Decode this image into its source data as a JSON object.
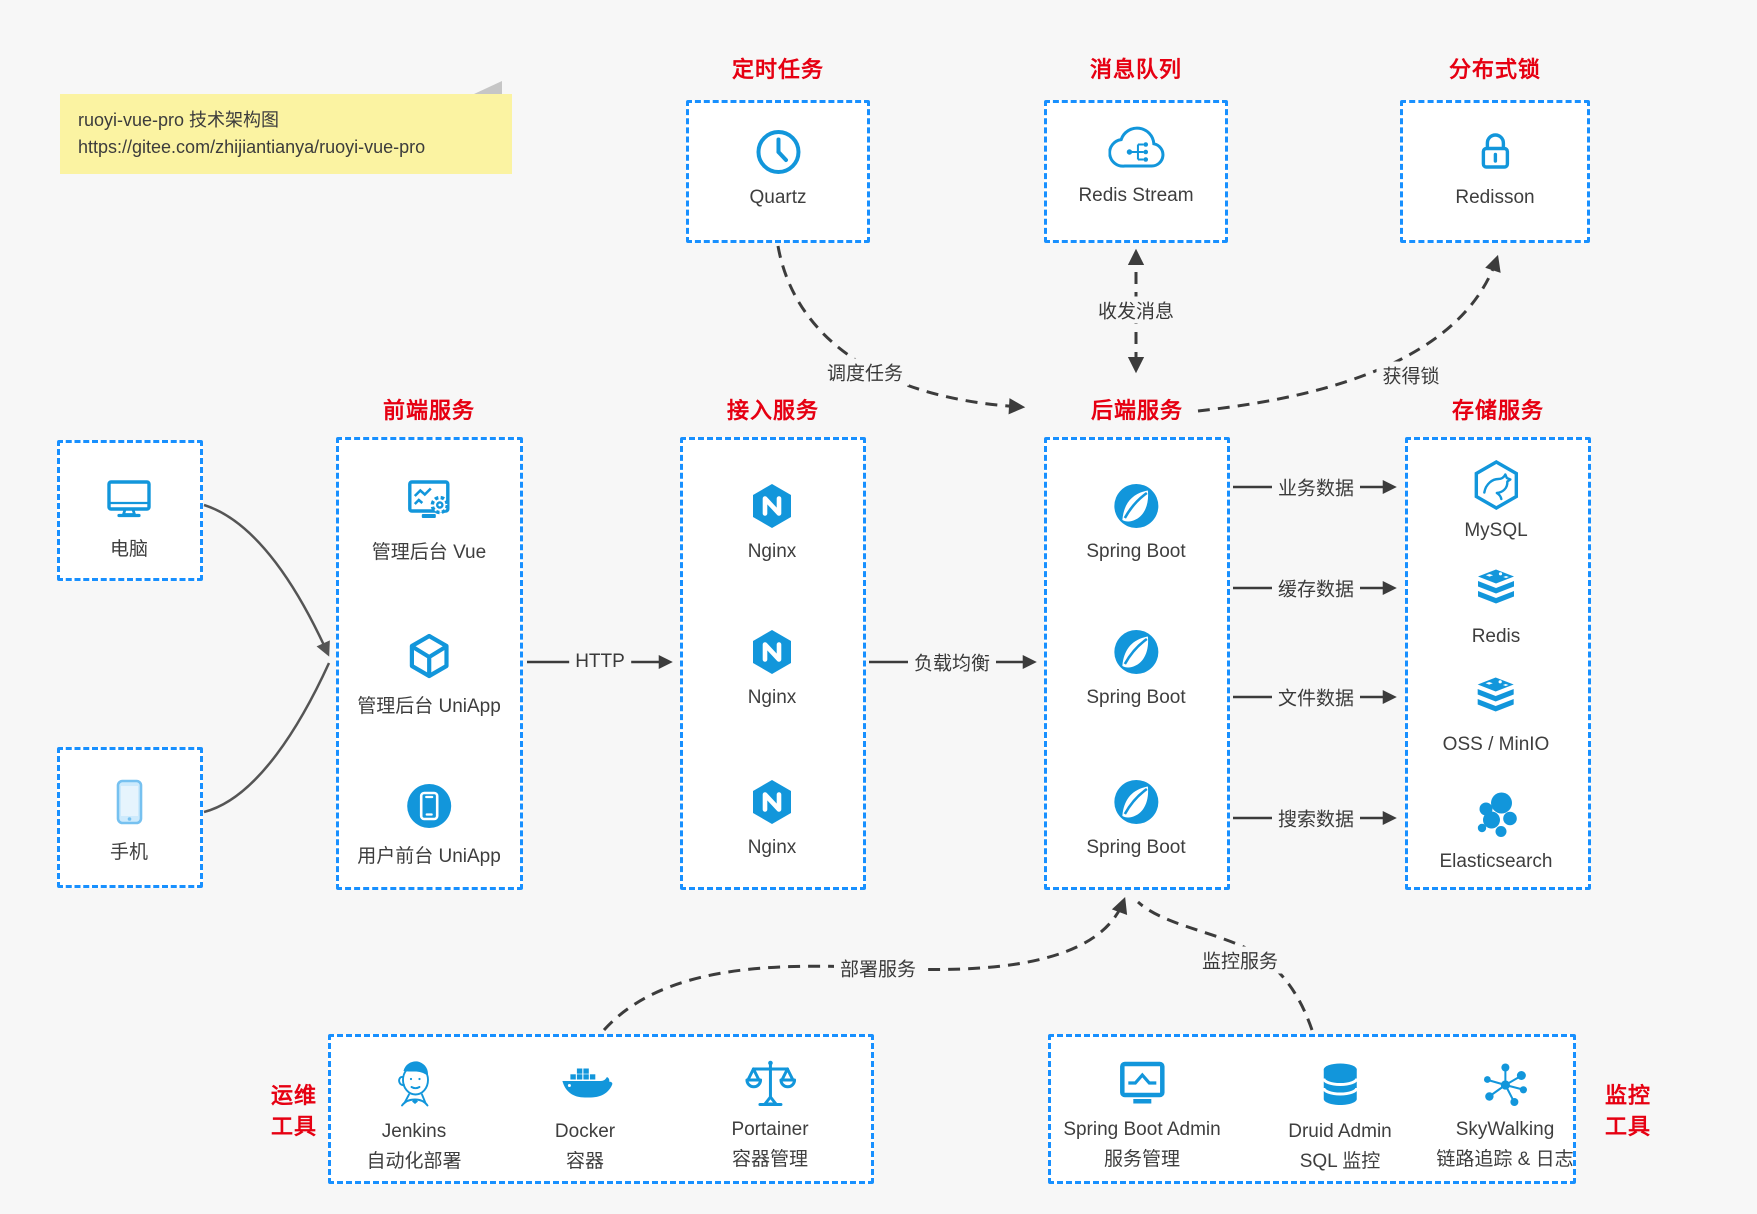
{
  "colors": {
    "canvas_bg": "#f7f7f7",
    "box_bg": "#ffffff",
    "border_blue": "#1890ff",
    "icon_blue": "#1296db",
    "title_red": "#e60012",
    "note_bg": "#fbf3a2",
    "text_dark": "#3e3e3e",
    "arrow_dark": "#3c3c3c"
  },
  "note": {
    "line1": "ruoyi-vue-pro 技术架构图",
    "line2": "https://gitee.com/zhijiantianya/ruoyi-vue-pro"
  },
  "groups": {
    "scheduled": {
      "title": "定时任务",
      "item": {
        "label": "Quartz",
        "icon": "clock-icon"
      }
    },
    "mq": {
      "title": "消息队列",
      "item": {
        "label": "Redis Stream",
        "icon": "cloud-stream-icon"
      }
    },
    "lock": {
      "title": "分布式锁",
      "item": {
        "label": "Redisson",
        "icon": "lock-icon"
      }
    },
    "clients": {
      "computer": {
        "label": "电脑",
        "icon": "desktop-icon"
      },
      "phone": {
        "label": "手机",
        "icon": "smartphone-icon"
      }
    },
    "frontend": {
      "title": "前端服务",
      "items": [
        {
          "label": "管理后台 Vue",
          "icon": "admin-vue-icon"
        },
        {
          "label": "管理后台 UniApp",
          "icon": "uniapp-cube-icon"
        },
        {
          "label": "用户前台 UniApp",
          "icon": "user-app-icon"
        }
      ]
    },
    "access": {
      "title": "接入服务",
      "items": [
        {
          "label": "Nginx",
          "icon": "nginx-icon"
        },
        {
          "label": "Nginx",
          "icon": "nginx-icon"
        },
        {
          "label": "Nginx",
          "icon": "nginx-icon"
        }
      ]
    },
    "backend": {
      "title": "后端服务",
      "items": [
        {
          "label": "Spring Boot",
          "icon": "spring-boot-icon"
        },
        {
          "label": "Spring Boot",
          "icon": "spring-boot-icon"
        },
        {
          "label": "Spring Boot",
          "icon": "spring-boot-icon"
        }
      ]
    },
    "storage": {
      "title": "存储服务",
      "items": [
        {
          "label": "MySQL",
          "icon": "mysql-icon"
        },
        {
          "label": "Redis",
          "icon": "redis-stack-icon"
        },
        {
          "label": "OSS / MinIO",
          "icon": "oss-minio-stack-icon"
        },
        {
          "label": "Elasticsearch",
          "icon": "elasticsearch-icon"
        }
      ]
    },
    "ops": {
      "title": "运维工具",
      "title_lines": [
        "运维",
        "工具"
      ],
      "items": [
        {
          "label": "Jenkins",
          "sublabel": "自动化部署",
          "icon": "jenkins-icon"
        },
        {
          "label": "Docker",
          "sublabel": "容器",
          "icon": "docker-icon"
        },
        {
          "label": "Portainer",
          "sublabel": "容器管理",
          "icon": "portainer-icon"
        }
      ]
    },
    "monitoring": {
      "title": "监控工具",
      "title_lines": [
        "监控",
        "工具"
      ],
      "items": [
        {
          "label": "Spring Boot Admin",
          "sublabel": "服务管理",
          "icon": "spring-boot-admin-icon"
        },
        {
          "label": "Druid Admin",
          "sublabel": "SQL 监控",
          "icon": "druid-icon"
        },
        {
          "label": "SkyWalking",
          "sublabel": "链路追踪 & 日志",
          "icon": "skywalking-icon"
        }
      ]
    }
  },
  "edges": {
    "clients_frontend": {
      "from": "clients",
      "to": "frontend"
    },
    "http": {
      "label": "HTTP",
      "from": "frontend",
      "to": "access"
    },
    "load_balancing": {
      "label": "负载均衡",
      "from": "access",
      "to": "backend"
    },
    "business_data": {
      "label": "业务数据",
      "from": "backend",
      "to": "MySQL"
    },
    "cache_data": {
      "label": "缓存数据",
      "from": "backend",
      "to": "Redis"
    },
    "file_data": {
      "label": "文件数据",
      "from": "backend",
      "to": "OSS / MinIO"
    },
    "search_data": {
      "label": "搜索数据",
      "from": "backend",
      "to": "Elasticsearch"
    },
    "schedule_tasks": {
      "label": "调度任务",
      "from": "scheduled",
      "to": "backend"
    },
    "messaging": {
      "label": "收发消息",
      "from": "mq",
      "to": "backend",
      "bidirectional": true
    },
    "acquire_lock": {
      "label": "获得锁",
      "from": "backend",
      "to": "lock"
    },
    "deploy": {
      "label": "部署服务",
      "from": "ops",
      "to": "backend"
    },
    "monitor": {
      "label": "监控服务",
      "from": "monitoring",
      "to": "backend"
    }
  }
}
